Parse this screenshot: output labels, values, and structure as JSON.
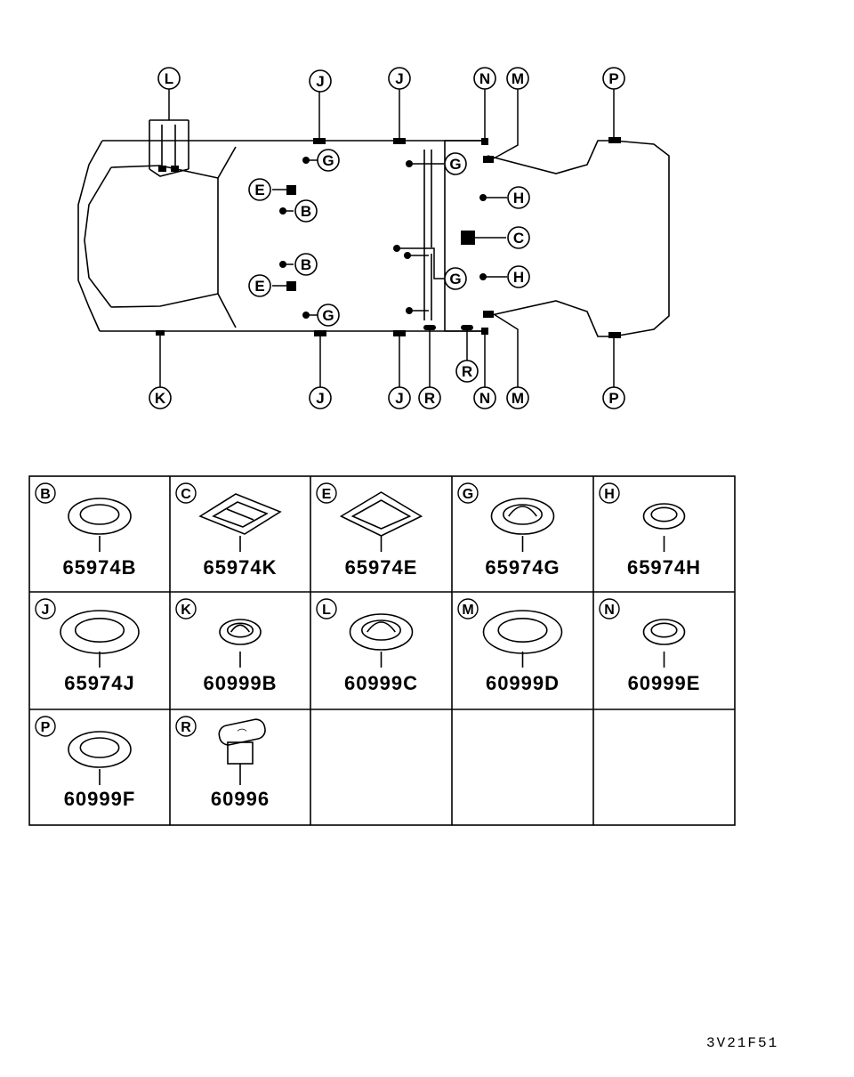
{
  "diagram": {
    "callouts": [
      "L",
      "J",
      "J",
      "N",
      "M",
      "P",
      "K",
      "J",
      "J",
      "R",
      "N",
      "M",
      "P",
      "R",
      "G",
      "G",
      "E",
      "B",
      "B",
      "E",
      "G",
      "G",
      "H",
      "C",
      "H",
      "G"
    ],
    "parts_table": [
      {
        "letter": "B",
        "part_number": "65974B",
        "icon": "round-grommet-icon"
      },
      {
        "letter": "C",
        "part_number": "65974K",
        "icon": "rectangular-plug-icon"
      },
      {
        "letter": "E",
        "part_number": "65974E",
        "icon": "square-plug-icon"
      },
      {
        "letter": "G",
        "part_number": "65974G",
        "icon": "domed-grommet-icon"
      },
      {
        "letter": "H",
        "part_number": "65974H",
        "icon": "small-grommet-icon"
      },
      {
        "letter": "J",
        "part_number": "65974J",
        "icon": "large-grommet-icon"
      },
      {
        "letter": "K",
        "part_number": "60999B",
        "icon": "small-domed-plug-icon"
      },
      {
        "letter": "L",
        "part_number": "60999C",
        "icon": "domed-plug-icon"
      },
      {
        "letter": "M",
        "part_number": "60999D",
        "icon": "large-round-plug-icon"
      },
      {
        "letter": "N",
        "part_number": "60999E",
        "icon": "small-grommet-icon"
      },
      {
        "letter": "P",
        "part_number": "60999F",
        "icon": "round-plug-icon"
      },
      {
        "letter": "R",
        "part_number": "60996",
        "icon": "clip-plug-icon"
      }
    ],
    "reference_code": "3V21F51"
  }
}
